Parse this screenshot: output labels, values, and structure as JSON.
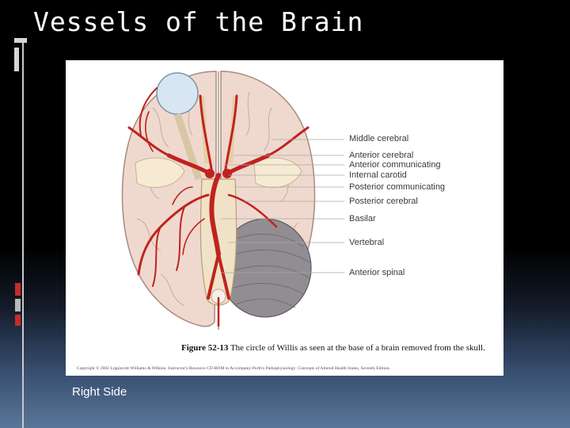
{
  "slide": {
    "title": "Vessels of the Brain",
    "side_label": "Right Side"
  },
  "figure": {
    "labels": [
      "Middle cerebral",
      "Anterior cerebral",
      "Anterior communicating",
      "Internal carotid",
      "Posterior communicating",
      "Posterior cerebral",
      "Basilar",
      "Vertebral",
      "Anterior spinal"
    ],
    "caption_number": "Figure 52-13",
    "caption_text": "The circle of Willis as seen at the base of a brain removed from the skull.",
    "copyright": "Copyright © 2002 Lippincott Williams & Wilkins. Instructor's Resource CD-ROM to Accompany Porth's Pathophysiology: Concepts of Altered Health States, Seventh Edition."
  },
  "colors": {
    "artery": "#c0231e",
    "brain": "#efd9cf",
    "cerebellum": "#8d8a8f",
    "accent_red": "#c92a2a"
  }
}
